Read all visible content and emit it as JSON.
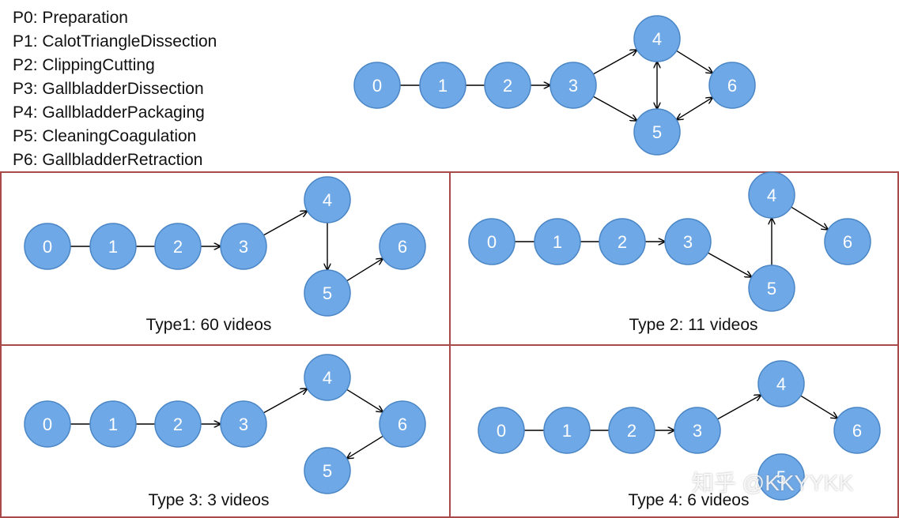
{
  "legend": [
    {
      "code": "P0",
      "phase": "Preparation"
    },
    {
      "code": "P1",
      "phase": "CalotTriangleDissection"
    },
    {
      "code": "P2",
      "phase": "ClippingCutting"
    },
    {
      "code": "P3",
      "phase": "GallbladderDissection"
    },
    {
      "code": "P4",
      "phase": "GallbladderPackaging"
    },
    {
      "code": "P5",
      "phase": "CleaningCoagulation"
    },
    {
      "code": "P6",
      "phase": "GallbladderRetraction"
    }
  ],
  "diagrams": [
    {
      "id": "overview",
      "caption": "",
      "node_labels": [
        "0",
        "1",
        "2",
        "3",
        "4",
        "5",
        "6"
      ],
      "edges": [
        [
          0,
          1,
          "line"
        ],
        [
          1,
          2,
          "line"
        ],
        [
          2,
          3,
          "arrow"
        ],
        [
          3,
          4,
          "arrow"
        ],
        [
          3,
          5,
          "arrow"
        ],
        [
          4,
          5,
          "both"
        ],
        [
          4,
          6,
          "arrow"
        ],
        [
          5,
          6,
          "both"
        ]
      ]
    },
    {
      "id": "type1",
      "caption": "Type1: 60 videos",
      "node_labels": [
        "0",
        "1",
        "2",
        "3",
        "4",
        "5",
        "6"
      ],
      "edges": [
        [
          0,
          1,
          "line"
        ],
        [
          1,
          2,
          "line"
        ],
        [
          2,
          3,
          "arrow"
        ],
        [
          3,
          4,
          "arrow"
        ],
        [
          4,
          5,
          "arrow"
        ],
        [
          5,
          6,
          "arrow"
        ]
      ]
    },
    {
      "id": "type2",
      "caption": "Type 2: 11 videos",
      "node_labels": [
        "0",
        "1",
        "2",
        "3",
        "4",
        "5",
        "6"
      ],
      "edges": [
        [
          0,
          1,
          "line"
        ],
        [
          1,
          2,
          "line"
        ],
        [
          2,
          3,
          "arrow"
        ],
        [
          3,
          5,
          "arrow"
        ],
        [
          5,
          4,
          "arrow"
        ],
        [
          4,
          6,
          "arrow"
        ]
      ]
    },
    {
      "id": "type3",
      "caption": "Type 3: 3 videos",
      "node_labels": [
        "0",
        "1",
        "2",
        "3",
        "4",
        "5",
        "6"
      ],
      "edges": [
        [
          0,
          1,
          "line"
        ],
        [
          1,
          2,
          "line"
        ],
        [
          2,
          3,
          "arrow"
        ],
        [
          3,
          4,
          "arrow"
        ],
        [
          4,
          6,
          "arrow"
        ],
        [
          6,
          5,
          "arrow"
        ]
      ]
    },
    {
      "id": "type4",
      "caption": "Type 4: 6 videos",
      "node_labels": [
        "0",
        "1",
        "2",
        "3",
        "4",
        "5",
        "6"
      ],
      "edges": [
        [
          0,
          1,
          "line"
        ],
        [
          1,
          2,
          "line"
        ],
        [
          2,
          3,
          "arrow"
        ],
        [
          3,
          4,
          "arrow"
        ],
        [
          4,
          6,
          "arrow"
        ]
      ]
    }
  ],
  "watermark": "知乎 @KKYYKK",
  "colors": {
    "node_fill": "#6fa8e6",
    "node_stroke": "#4a86c5",
    "panel_border": "#a94a4a"
  }
}
